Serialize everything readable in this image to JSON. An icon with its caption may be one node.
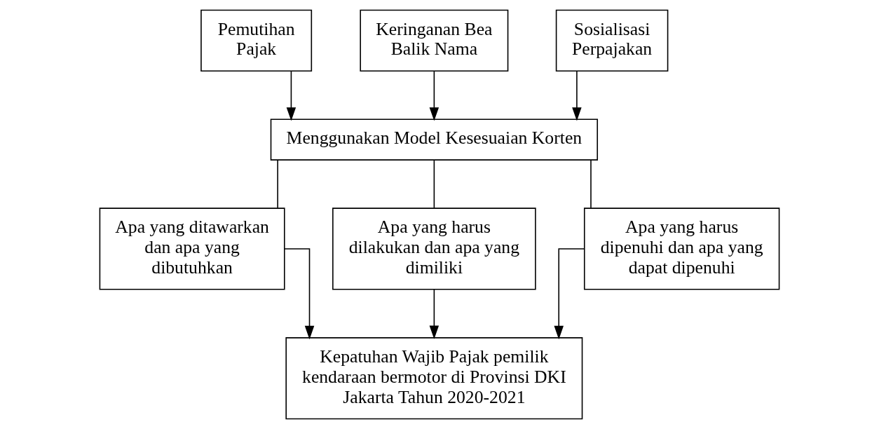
{
  "diagram": {
    "nodes": [
      {
        "text": [
          "Pemutihan Pajak"
        ]
      },
      {
        "text": [
          "Keringanan Bea Balik Nama"
        ]
      },
      {
        "text": [
          "Sosialisasi Perpajakan"
        ]
      },
      {
        "text": [
          "Menggunakan Model Kesesuaian Korten"
        ]
      },
      {
        "text": [
          "Apa yang ditawarkan dan apa yang dibutuhkan"
        ]
      },
      {
        "text": [
          "Apa yang harus dilakukan dan apa yang dimiliki"
        ]
      },
      {
        "text": [
          "Apa yang harus dipenuhi dan apa yang dapat dipenuhi"
        ]
      },
      {
        "text": [
          "Kepatuhan Wajib Pajak pemilik kendaraan bermotor di Provinsi DKI Jakarta Tahun 2020-2021"
        ]
      }
    ],
    "edges": [
      {
        "from": 0,
        "to": 3,
        "arrow": "to"
      },
      {
        "from": 1,
        "to": 3,
        "arrow": "to"
      },
      {
        "from": 2,
        "to": 3,
        "arrow": "to"
      },
      {
        "from": 3,
        "to": 4,
        "arrow": "none"
      },
      {
        "from": 3,
        "to": 5,
        "arrow": "none"
      },
      {
        "from": 3,
        "to": 6,
        "arrow": "none"
      },
      {
        "from": 4,
        "to": 7,
        "arrow": "to"
      },
      {
        "from": 5,
        "to": 7,
        "arrow": "to"
      },
      {
        "from": 6,
        "to": 7,
        "arrow": "to"
      }
    ]
  }
}
